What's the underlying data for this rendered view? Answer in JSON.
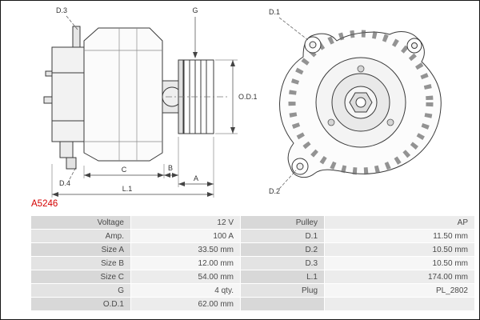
{
  "part_number": "A5246",
  "colors": {
    "accent": "#d40000"
  },
  "drawing": {
    "side_view": {
      "labels": {
        "d3": "D.3",
        "d4": "D.4",
        "g": "G",
        "od1": "O.D.1",
        "c": "C",
        "b": "B",
        "a": "A",
        "l1": "L.1"
      }
    },
    "front_view": {
      "labels": {
        "d1": "D.1",
        "d2": "D.2"
      }
    }
  },
  "spec_table": {
    "rows": [
      {
        "label_left": "Voltage",
        "value_left": "12 V",
        "label_right": "Pulley",
        "value_right": "AP"
      },
      {
        "label_left": "Amp.",
        "value_left": "100 A",
        "label_right": "D.1",
        "value_right": "11.50 mm"
      },
      {
        "label_left": "Size A",
        "value_left": "33.50 mm",
        "label_right": "D.2",
        "value_right": "10.50 mm"
      },
      {
        "label_left": "Size B",
        "value_left": "12.00 mm",
        "label_right": "D.3",
        "value_right": "10.50 mm"
      },
      {
        "label_left": "Size C",
        "value_left": "54.00 mm",
        "label_right": "L.1",
        "value_right": "174.00 mm"
      },
      {
        "label_left": "G",
        "value_left": "4 qty.",
        "label_right": "Plug",
        "value_right": "PL_2802"
      },
      {
        "label_left": "O.D.1",
        "value_left": "62.00 mm",
        "label_right": "",
        "value_right": ""
      }
    ]
  }
}
